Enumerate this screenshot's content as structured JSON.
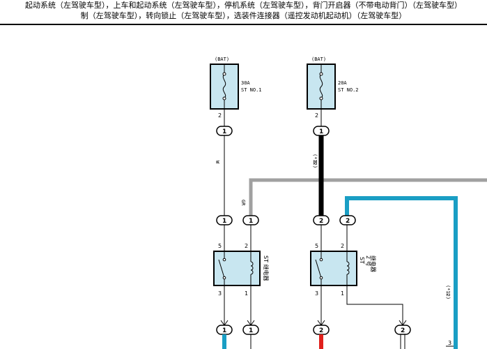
{
  "header": {
    "line1": "起动系统（左驾驶车型），上车和起动系统（左驾驶车型），停机系统（左驾驶车型），背门开启器（不带电动背门）（左驾驶车型）",
    "line2": "制（左驾驶车型），转向锁止（左驾驶车型），选装件连接器（遥控发动机起动机）（左驾驶车型）"
  },
  "fuses": [
    {
      "source": "(BAT)",
      "rating": "30A",
      "name": "ST NO.1",
      "pin": "2",
      "connector": "1"
    },
    {
      "source": "(BAT)",
      "rating": "20A",
      "name": "ST NO.2",
      "pin": "2",
      "connector": "1"
    }
  ],
  "wires": {
    "w1_color": "W",
    "w2_color": "B",
    "w2_note": "(*12)",
    "gr_color": "GR",
    "l_color": "L",
    "l_note": "(*12)"
  },
  "relays": [
    {
      "name": "ST 继电器",
      "pin_tl": "5",
      "pin_tr": "2",
      "pin_bl": "3",
      "pin_br": "1",
      "top_connectors": [
        "1",
        "1"
      ],
      "bottom_connectors": [
        "1",
        "1"
      ]
    },
    {
      "name": "ST NO.2 继电器",
      "name_a": "ST",
      "name_b": "2 号",
      "name_c": "继电器",
      "pin_tl": "5",
      "pin_tr": "2",
      "pin_bl": "3",
      "pin_br": "1",
      "top_connectors": [
        "2",
        "2"
      ],
      "bottom_connectors": [
        "2",
        "2"
      ]
    }
  ],
  "edge_pin": "3",
  "colors": {
    "fuse_fill": "#c8e6f0",
    "wire_gray": "#a0a0a0",
    "wire_blue": "#1a9ec4",
    "wire_red": "#e0201c",
    "wire_black": "#000000"
  }
}
